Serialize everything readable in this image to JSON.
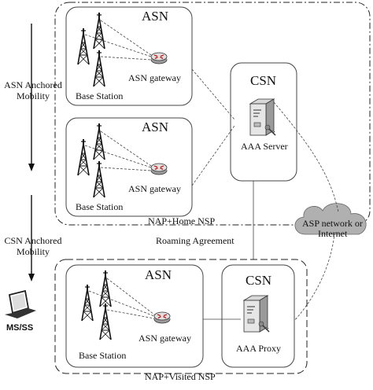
{
  "left_labels": {
    "asn_mobility_line1": "ASN Anchored",
    "asn_mobility_line2": "Mobility",
    "csn_mobility_line1": "CSN Anchored",
    "csn_mobility_line2": "Mobility",
    "terminal": "MS/SS"
  },
  "home": {
    "asn_top_title": "ASN",
    "asn_top_gateway": "ASN gateway",
    "asn_top_bs": "Base Station",
    "asn_mid_title": "ASN",
    "asn_mid_gateway": "ASN gateway",
    "asn_mid_bs": "Base Station",
    "csn_title": "CSN",
    "aaa_server": "AAA Server",
    "group_label": "NAP+Home NSP"
  },
  "roaming_agreement": "Roaming Agreement",
  "cloud_line1": "ASP network or",
  "cloud_line2": "Internet",
  "visited": {
    "asn_title": "ASN",
    "asn_gateway": "ASN gateway",
    "asn_bs": "Base Station",
    "csn_title": "CSN",
    "aaa_proxy": "AAA Proxy",
    "group_label": "NAP+Visited NSP"
  }
}
